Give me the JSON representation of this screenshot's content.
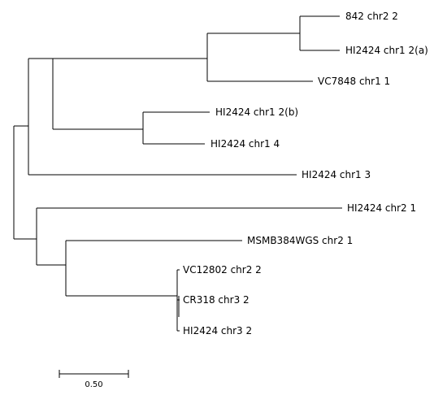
{
  "tree": {
    "leaves": [
      {
        "id": "l1",
        "label": "842 chr2 2"
      },
      {
        "id": "l2",
        "label": "HI2424 chr1 2(a)"
      },
      {
        "id": "l3",
        "label": "VC7848 chr1 1"
      },
      {
        "id": "l4",
        "label": "HI2424 chr1 2(b)"
      },
      {
        "id": "l5",
        "label": "HI2424 chr1 4"
      },
      {
        "id": "l6",
        "label": "HI2424 chr1 3"
      },
      {
        "id": "l7",
        "label": "HI2424 chr2 1"
      },
      {
        "id": "l8",
        "label": "MSMB384WGS chr2 1"
      },
      {
        "id": "l9",
        "label": "VC12802 chr2 2"
      },
      {
        "id": "l10",
        "label": "CR318 chr3 2"
      },
      {
        "id": "l11",
        "label": "HI2424 chr3 2"
      }
    ]
  },
  "scale_bar": {
    "label": "0.50"
  },
  "colors": {
    "line": "#000000",
    "text": "#000000",
    "background": "#ffffff"
  }
}
